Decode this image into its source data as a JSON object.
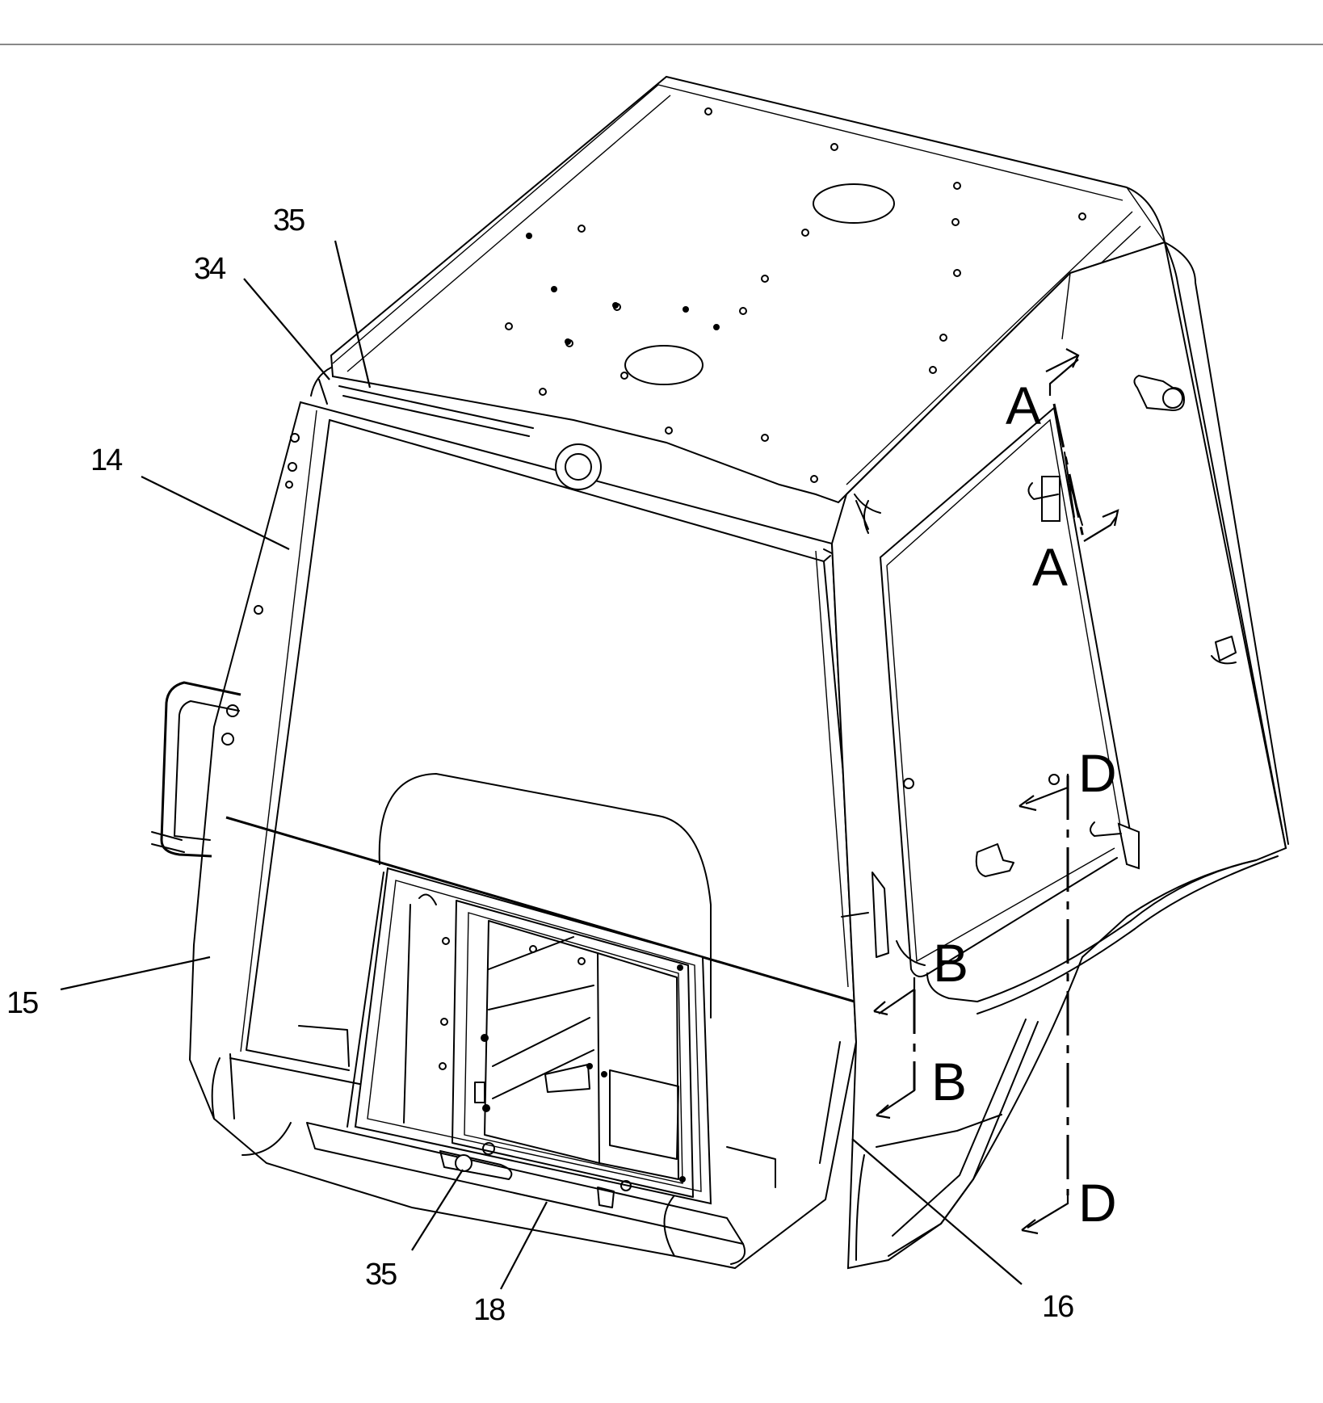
{
  "callouts": [
    {
      "id": "c35a",
      "text": "35"
    },
    {
      "id": "c34",
      "text": "34"
    },
    {
      "id": "c14",
      "text": "14"
    },
    {
      "id": "c15",
      "text": "15"
    },
    {
      "id": "c35b",
      "text": "35"
    },
    {
      "id": "c18",
      "text": "18"
    },
    {
      "id": "c16",
      "text": "16"
    }
  ],
  "section_markers": [
    {
      "id": "A1",
      "text": "A"
    },
    {
      "id": "A2",
      "text": "A"
    },
    {
      "id": "B1",
      "text": "B"
    },
    {
      "id": "B2",
      "text": "B"
    },
    {
      "id": "D1",
      "text": "D"
    },
    {
      "id": "D2",
      "text": "D"
    }
  ]
}
